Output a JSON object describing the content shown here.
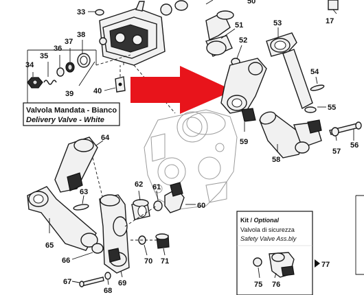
{
  "callouts": {
    "c17": "17",
    "c33": "33",
    "c34": "34",
    "c35": "35",
    "c36": "36",
    "c37": "37",
    "c38": "38",
    "c39": "39",
    "c40": "40",
    "c50": "50",
    "c51": "51",
    "c52": "52",
    "c53": "53",
    "c54": "54",
    "c55": "55",
    "c56": "56",
    "c57": "57",
    "c58": "58",
    "c59": "59",
    "c60": "60",
    "c61": "61",
    "c62": "62",
    "c63": "63",
    "c64": "64",
    "c65": "65",
    "c66": "66",
    "c67": "67",
    "c68": "68",
    "c69": "69",
    "c70": "70",
    "c71": "71",
    "c75": "75",
    "c76": "76",
    "c77": "77"
  },
  "delivery_valve_box": {
    "title": "Valvola Mandata - Bianco",
    "subtitle": "Delivery Valve - White"
  },
  "kit_box": {
    "kit_label": "Kit",
    "optional_label": "Optional",
    "line1": "Valvola di sicurezza",
    "line2": "Safety Valve Ass.bly"
  },
  "colors": {
    "arrow": "#e8141b",
    "line": "#1a1a1a",
    "ghost": "#9a9a9a"
  }
}
